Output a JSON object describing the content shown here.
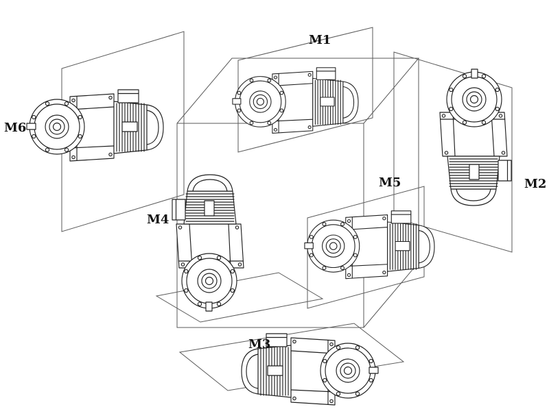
{
  "diagram": {
    "background_color": "#ffffff",
    "line_color": "#1f1f1f",
    "frame_line_color": "#5a5a5a",
    "positions": [
      {
        "label": "M1"
      },
      {
        "label": "M2"
      },
      {
        "label": "M3"
      },
      {
        "label": "M4"
      },
      {
        "label": "M5"
      },
      {
        "label": "M6"
      }
    ]
  }
}
